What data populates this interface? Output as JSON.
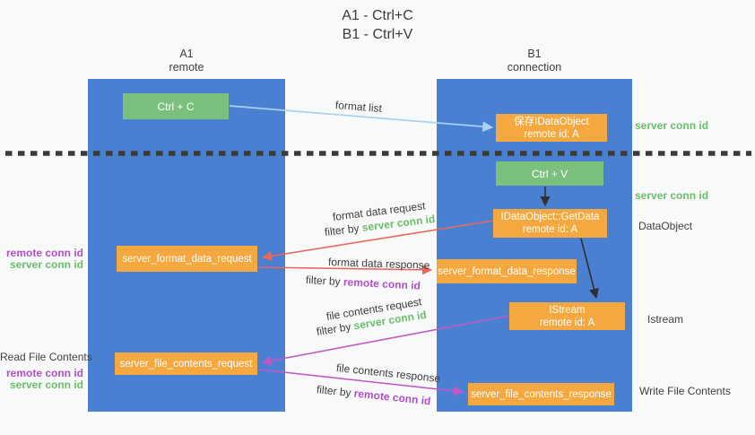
{
  "title": {
    "line1": "A1 - Ctrl+C",
    "line2": "B1 - Ctrl+V"
  },
  "lanes": {
    "a1": {
      "name": "A1",
      "role": "remote"
    },
    "b1": {
      "name": "B1",
      "role": "connection"
    }
  },
  "nodes": {
    "ctrl_c": {
      "label": "Ctrl + C"
    },
    "ctrl_v": {
      "label": "Ctrl + V"
    },
    "save_dataobject": {
      "line1": "保存IDataObject",
      "line2": "remote id: A"
    },
    "getdata": {
      "line1": "IDataObject::GetData",
      "line2": "remote id: A"
    },
    "istream": {
      "line1": "IStream",
      "line2": "remote id: A"
    },
    "format_request": {
      "label": "server_format_data_request"
    },
    "format_response": {
      "label": "server_format_data_response"
    },
    "file_request": {
      "label": "server_file_contents_request"
    },
    "file_response": {
      "label": "server_file_contents_response"
    }
  },
  "arrow_labels": {
    "format_list": "format list",
    "format_data_request": "format data request",
    "format_data_response": "format data response",
    "file_contents_request": "file contents request",
    "file_contents_response": "file contents response",
    "filter_by": "filter by",
    "server_conn_id": "server conn id",
    "remote_conn_id": "remote conn id"
  },
  "side_labels": {
    "server_conn_id_top": "server conn id",
    "server_conn_id_mid": "server conn id",
    "dataobject": "DataObject",
    "istream": "Istream",
    "write_file_contents": "Write File Contents",
    "read_file_contents": "Read File Contents",
    "remote_conn_id": "remote conn id",
    "server_conn_id": "server conn id"
  },
  "colors": {
    "lane_blue": "#4a80d2",
    "node_green": "#7ac17d",
    "node_orange": "#f6a840",
    "arrow_blue": "#a8d2ef",
    "arrow_black": "#2f2f2f",
    "arrow_red": "#e8685e",
    "arrow_magenta": "#c158c5",
    "text_green": "#6abf69",
    "text_purple": "#b14fc9",
    "text_dark": "#3f3f3f",
    "divider": "#3b3b3b"
  }
}
